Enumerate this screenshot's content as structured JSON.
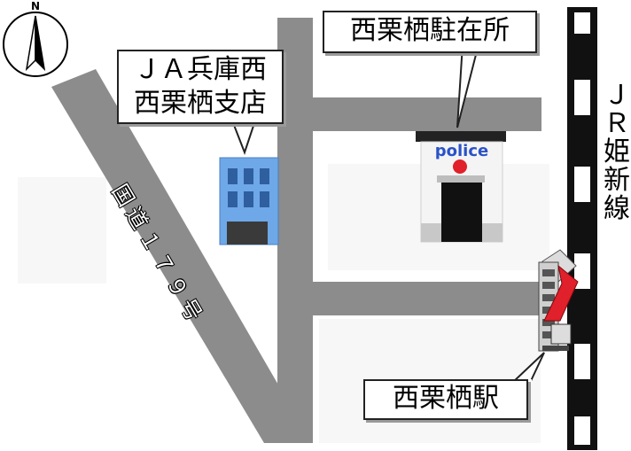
{
  "compass": {
    "north_label": "N"
  },
  "ja_bank": {
    "line1": "ＪＡ兵庫西",
    "line2": "西栗栖支店"
  },
  "police_box": {
    "title": "西栗栖駐在所",
    "sign": "police"
  },
  "railway": {
    "chars": [
      "Ｊ",
      "Ｒ",
      "姫",
      "新",
      "線"
    ]
  },
  "route": {
    "label": "国道１７９号"
  },
  "station": {
    "label": "西栗栖駅"
  },
  "colors": {
    "road": "#8c8c8c",
    "rail_black": "#111111",
    "rail_white": "#ffffff",
    "building_blue": "#6ea8e8",
    "window_blue": "#2f5f9e",
    "accent_red": "#e0202a"
  }
}
